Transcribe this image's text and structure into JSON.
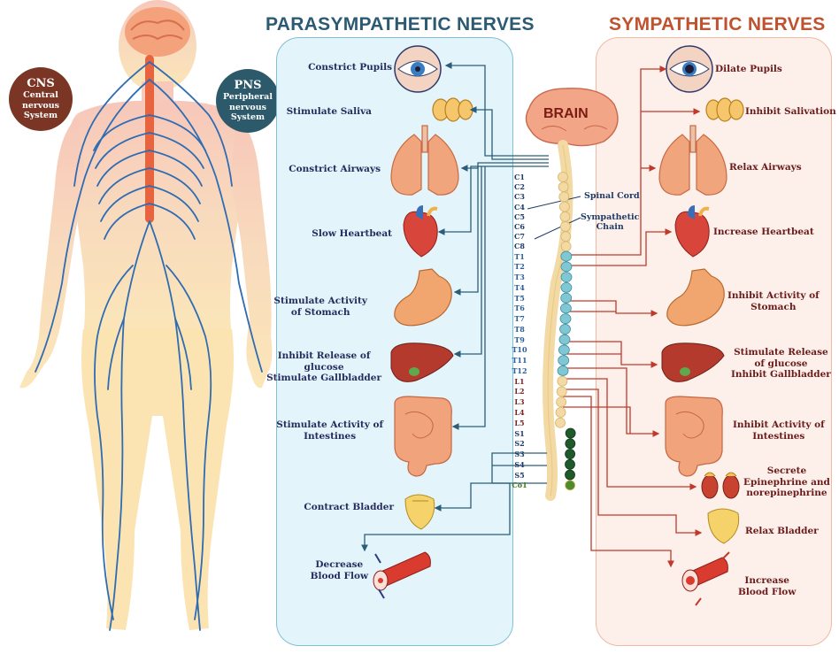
{
  "titles": {
    "parasympathetic": "PARASYMPATHETIC NERVES",
    "sympathetic": "SYMPATHETIC NERVES"
  },
  "badges": {
    "cns": {
      "line1": "CNS",
      "line2": "Central",
      "line3": "nervous",
      "line4": "System",
      "color": "#7b3524"
    },
    "pns": {
      "line1": "PNS",
      "line2": "Peripheral",
      "line3": "nervous",
      "line4": "System",
      "color": "#2d5a6b"
    }
  },
  "center": {
    "brain": "BRAIN",
    "spinal_cord": "Spinal Cord",
    "sympathetic_chain_1": "Sympathetic",
    "sympathetic_chain_2": "Chain"
  },
  "vertebrae": {
    "cervical": [
      "C1",
      "C2",
      "C3",
      "C4",
      "C5",
      "C6",
      "C7",
      "C8"
    ],
    "thoracic": [
      "T1",
      "T2",
      "T3",
      "T4",
      "T5",
      "T6",
      "T7",
      "T8",
      "T9",
      "T10",
      "T11",
      "T12"
    ],
    "lumbar": [
      "L1",
      "L2",
      "L3",
      "L4",
      "L5"
    ],
    "sacral": [
      "S1",
      "S2",
      "S3",
      "S4",
      "S5"
    ],
    "coccygeal": [
      "Co1"
    ]
  },
  "parasympathetic": [
    {
      "l1": "Constrict Pupils",
      "l2": ""
    },
    {
      "l1": "Stimulate Saliva",
      "l2": ""
    },
    {
      "l1": "Constrict Airways",
      "l2": ""
    },
    {
      "l1": "Slow Heartbeat",
      "l2": ""
    },
    {
      "l1": "Stimulate Activity",
      "l2": "of Stomach"
    },
    {
      "l1": "Inhibit Release of",
      "l2": "glucose",
      "l3": "Stimulate Gallbladder"
    },
    {
      "l1": "Stimulate Activity of",
      "l2": "Intestines"
    },
    {
      "l1": "Contract Bladder",
      "l2": ""
    },
    {
      "l1": "Decrease",
      "l2": "Blood Flow"
    }
  ],
  "sympathetic": [
    {
      "l1": "Dilate Pupils",
      "l2": ""
    },
    {
      "l1": "Inhibit Salivation",
      "l2": ""
    },
    {
      "l1": "Relax Airways",
      "l2": ""
    },
    {
      "l1": "Increase Heartbeat",
      "l2": ""
    },
    {
      "l1": "Inhibit Activity of",
      "l2": "Stomach"
    },
    {
      "l1": "Stimulate Release",
      "l2": "of glucose",
      "l3": "Inhibit Gallbladder"
    },
    {
      "l1": "Inhibit Activity of",
      "l2": "Intestines"
    },
    {
      "l1": "Secrete",
      "l2": "Epinephrine and",
      "l3": "norepinephrine"
    },
    {
      "l1": "Relax Bladder",
      "l2": ""
    },
    {
      "l1": "Increase",
      "l2": "Blood Flow"
    }
  ],
  "colors": {
    "para_title": "#2d5a73",
    "symp_title": "#c0532f",
    "para_line": "#2c5d78",
    "symp_line": "#c0392b",
    "cervical": "#1f3b66",
    "thoracic": "#2a5f9a",
    "lumbar": "#7a2424",
    "sacral": "#1f3b66",
    "coccygeal": "#3e7a1e"
  }
}
